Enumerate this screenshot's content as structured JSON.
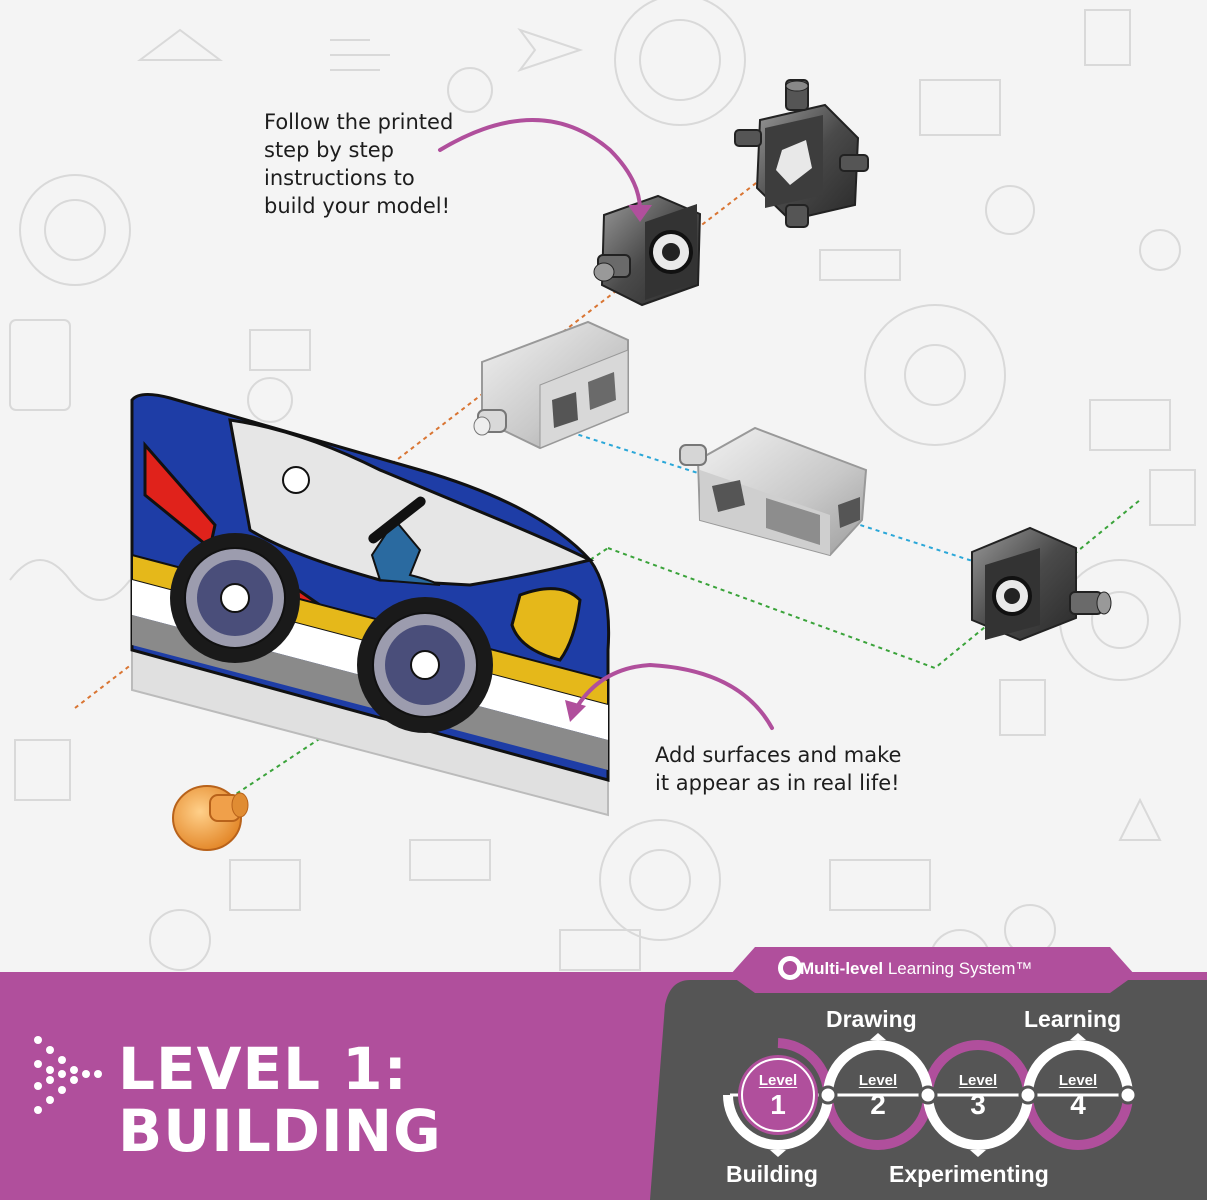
{
  "callouts": {
    "top": "Follow the printed\nstep by step\ninstructions to\nbuild your model!",
    "bottom": "Add surfaces and make\nit appear as in real life!"
  },
  "banner": {
    "title_line1": "LEVEL 1:",
    "title_line2": "BUILDING"
  },
  "learning_system": {
    "header_bold": "Multi-level",
    "header_rest": " Learning System™",
    "level_word": "Level",
    "levels": [
      {
        "number": "1",
        "name": "Building"
      },
      {
        "number": "2",
        "name": "Drawing"
      },
      {
        "number": "3",
        "name": "Experimenting"
      },
      {
        "number": "4",
        "name": "Learning"
      }
    ]
  },
  "colors": {
    "band": "#b04f9c",
    "panel": "#555555",
    "accent": "#b04f9c",
    "car_blue": "#1e3da6",
    "car_yellow": "#e5b81a",
    "car_red": "#e0221b",
    "orange_bolt": "#f0a04a"
  }
}
